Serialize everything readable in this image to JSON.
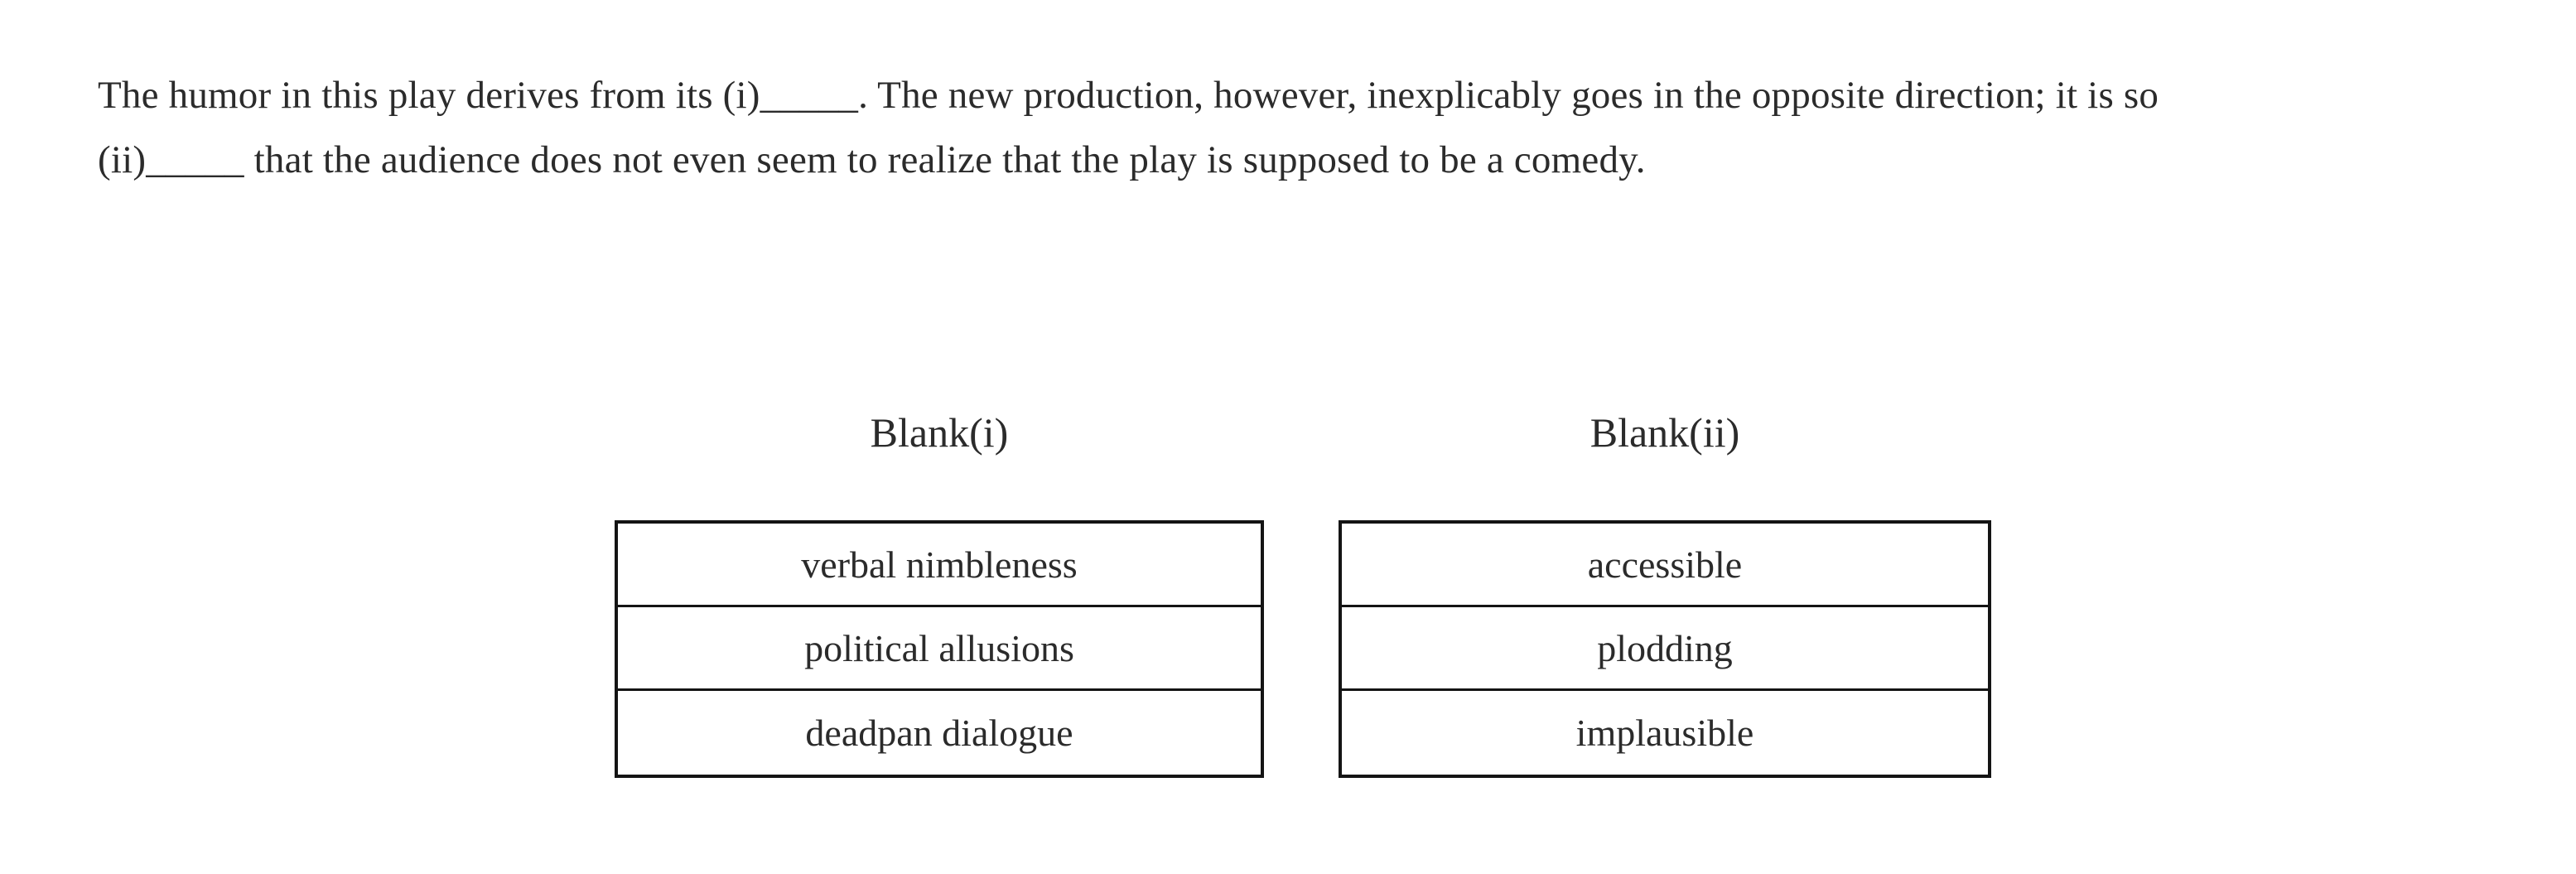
{
  "question": {
    "lines": [
      "The humor in this play derives from its (i)_____. The new production, however, inexplicably goes in the opposite direction; it is so",
      "(ii)_____ that the audience does not even seem to realize that the play is supposed to be a comedy."
    ]
  },
  "blanks": [
    {
      "header": "Blank(i)",
      "options": [
        "verbal nimbleness",
        "political allusions",
        "deadpan dialogue"
      ]
    },
    {
      "header": "Blank(ii)",
      "options": [
        "accessible",
        "plodding",
        "implausible"
      ]
    }
  ],
  "colors": {
    "background": "#ffffff",
    "text": "#2b2b2b",
    "table_border": "#141414"
  }
}
